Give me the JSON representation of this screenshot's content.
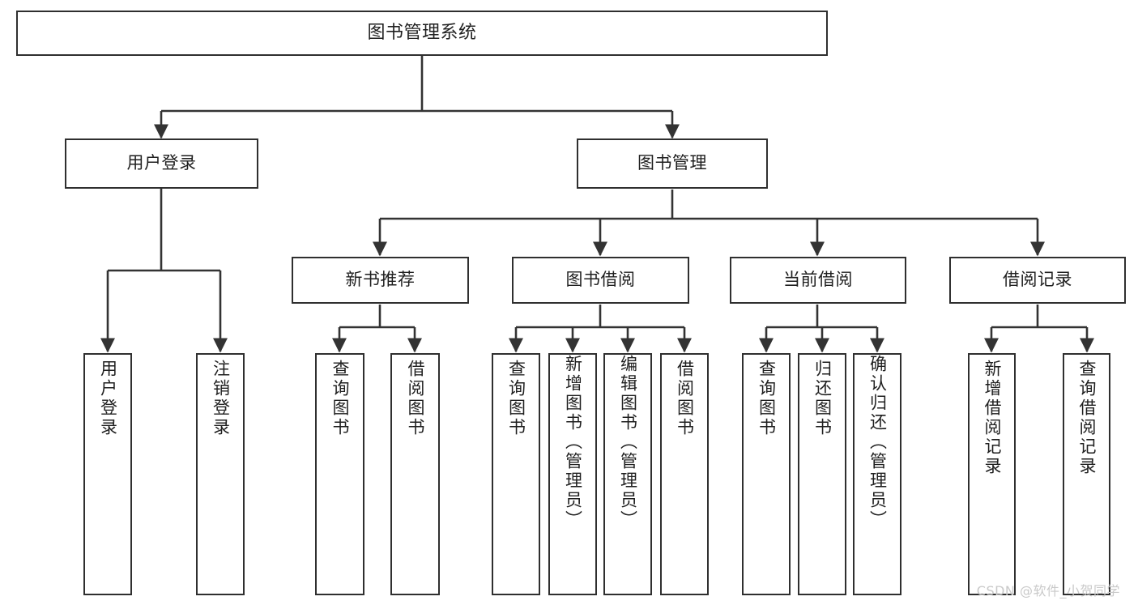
{
  "diagram": {
    "title": "图书管理系统",
    "watermark": "CSDN @软件_小贺同学",
    "colors": {
      "border": "#2f2f2f",
      "text": "#1f1f1f",
      "line": "#333333",
      "background": "#ffffff",
      "watermark": "#c9c9c9"
    },
    "root": {
      "label": "图书管理系统"
    },
    "level2": [
      {
        "label": "用户登录"
      },
      {
        "label": "图书管理"
      }
    ],
    "level3": [
      {
        "label": "新书推荐"
      },
      {
        "label": "图书借阅"
      },
      {
        "label": "当前借阅"
      },
      {
        "label": "借阅记录"
      }
    ],
    "leaves": {
      "user_login": [
        {
          "label": "用户登录"
        },
        {
          "label": "注销登录"
        }
      ],
      "new_book_recommend": [
        {
          "label": "查询图书"
        },
        {
          "label": "借阅图书"
        }
      ],
      "book_borrow": [
        {
          "label": "查询图书"
        },
        {
          "label": "新增图书（管理员）"
        },
        {
          "label": "编辑图书（管理员）"
        },
        {
          "label": "借阅图书"
        }
      ],
      "current_borrow": [
        {
          "label": "查询图书"
        },
        {
          "label": "归还图书"
        },
        {
          "label": "确认归还（管理员）"
        }
      ],
      "borrow_record": [
        {
          "label": "新增借阅记录"
        },
        {
          "label": "查询借阅记录"
        }
      ]
    }
  }
}
